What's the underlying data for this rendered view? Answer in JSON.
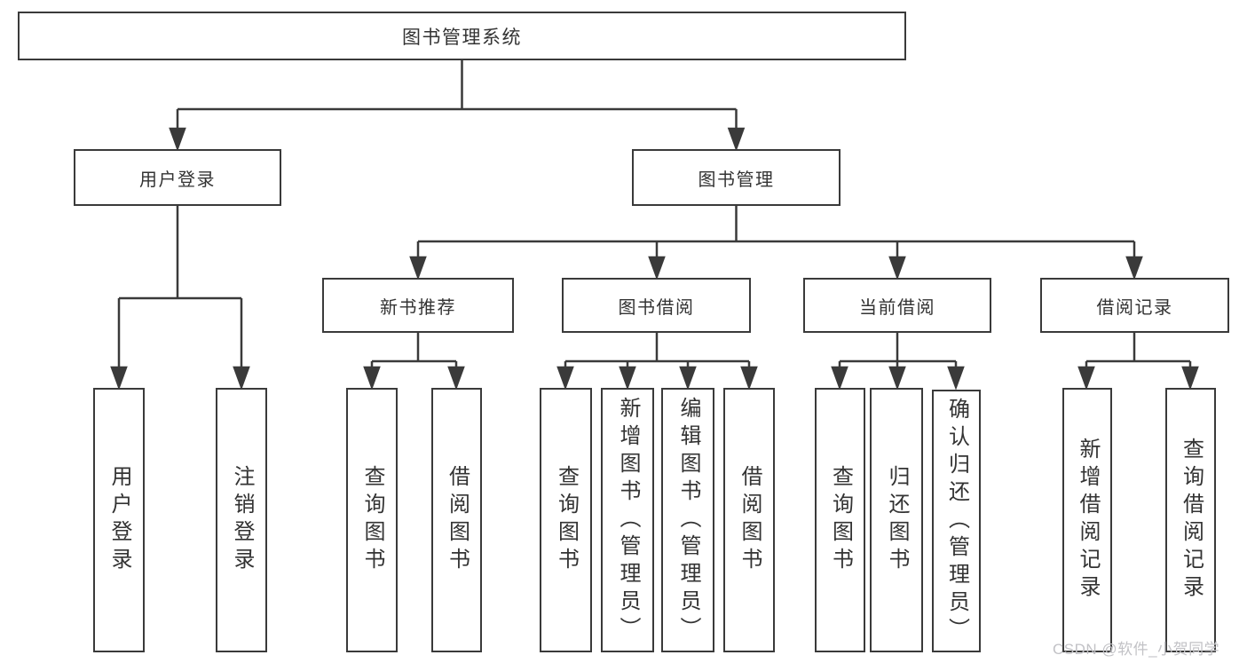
{
  "tree": {
    "root": "图书管理系统",
    "branches": [
      {
        "label": "用户登录",
        "children": [
          "用户登录",
          "注销登录"
        ]
      },
      {
        "label": "图书管理",
        "groups": [
          {
            "label": "新书推荐",
            "children": [
              "查询图书",
              "借阅图书"
            ]
          },
          {
            "label": "图书借阅",
            "children": [
              "查询图书",
              "新增图书（管理员）",
              "编辑图书（管理员）",
              "借阅图书"
            ]
          },
          {
            "label": "当前借阅",
            "children": [
              "查询图书",
              "归还图书",
              "确认归还（管理员）"
            ]
          },
          {
            "label": "借阅记录",
            "children": [
              "新增借阅记录",
              "查询借阅记录"
            ]
          }
        ]
      }
    ]
  },
  "watermark": "CSDN @软件_小贺同学",
  "colors": {
    "line": "#3a3a3a",
    "box_border": "#3a3a3a",
    "box_fill": "#ffffff",
    "text": "#333333",
    "background": "#ffffff",
    "watermark": "#c2c2c6"
  }
}
